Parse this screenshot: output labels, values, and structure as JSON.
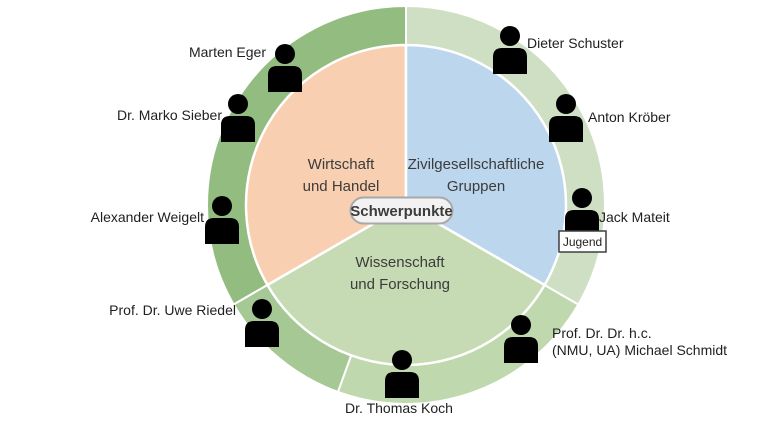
{
  "diagram": {
    "center_label": "Schwerpunkte",
    "colors": {
      "ring_left": "#93bc80",
      "ring_bottom_left": "#a6c894",
      "ring_bottom": "#c0d8ae",
      "ring_right": "#cfdfc3",
      "sector_orange": "#f8cfb0",
      "sector_blue": "#bcd6ed",
      "sector_green": "#c6dab4",
      "pill_fill": "#f2f2f2",
      "icon": "#000000"
    },
    "sectors": [
      {
        "label": "Wirtschaft und Handel",
        "lines": [
          "Wirtschaft",
          "und Handel"
        ],
        "color": "#f8cfb0"
      },
      {
        "label": "Zivilgesellschaftliche Gruppen",
        "lines": [
          "Zivilgesellschaftliche",
          "Gruppen"
        ],
        "color": "#bcd6ed"
      },
      {
        "label": "Wissenschaft und Forschung",
        "lines": [
          "Wissenschaft",
          "und Forschung"
        ],
        "color": "#c6dab4"
      }
    ],
    "people": [
      {
        "name": "Marten Eger",
        "sector": "Wirtschaft und Handel"
      },
      {
        "name": "Dr. Marko Sieber",
        "sector": "Wirtschaft und Handel"
      },
      {
        "name": "Alexander Weigelt",
        "sector": "Wirtschaft und Handel"
      },
      {
        "name": "Prof. Dr. Uwe Riedel",
        "sector": "Wissenschaft und Forschung"
      },
      {
        "name": "Dr. Thomas Koch",
        "sector": "Wissenschaft und Forschung"
      },
      {
        "name": "Prof. Dr. Dr. h.c. (NMU, UA) Michael Schmidt",
        "lines": [
          "Prof. Dr. Dr. h.c.",
          "(NMU, UA) Michael Schmidt"
        ],
        "sector": "Wissenschaft und Forschung"
      },
      {
        "name": "Jack Mateit",
        "tag": "Jugend",
        "sector": "Zivilgesellschaftliche Gruppen"
      },
      {
        "name": "Anton Kröber",
        "sector": "Zivilgesellschaftliche Gruppen"
      },
      {
        "name": "Dieter Schuster",
        "sector": "Zivilgesellschaftliche Gruppen"
      }
    ]
  }
}
